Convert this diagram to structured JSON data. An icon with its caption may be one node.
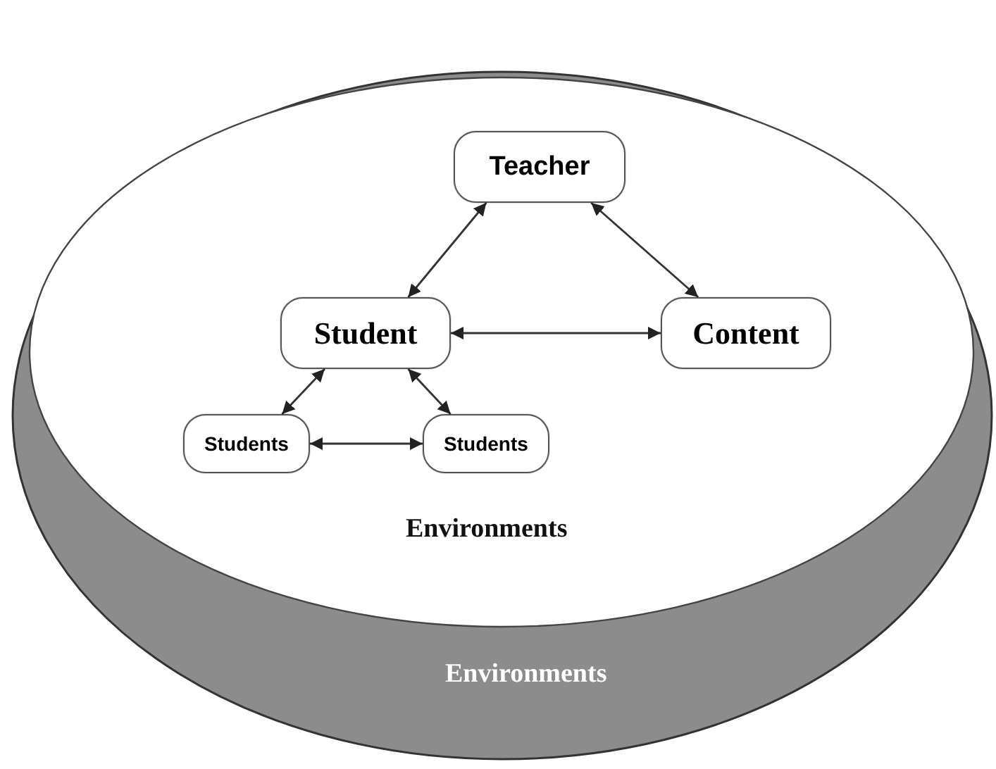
{
  "diagram": {
    "nodes": [
      {
        "text": [
          "Environments"
        ]
      },
      {
        "text": [
          "Environments"
        ],
        "in": 0
      },
      {
        "text": [
          "Teacher"
        ],
        "in": 1
      },
      {
        "text": [
          "Student"
        ],
        "in": 1
      },
      {
        "text": [
          "Content"
        ],
        "in": 1
      },
      {
        "text": [
          "Students"
        ],
        "in": 1
      },
      {
        "text": [
          "Students"
        ],
        "in": 1
      }
    ],
    "edges": [
      {
        "from": 2,
        "to": 3,
        "arrow": "both"
      },
      {
        "from": 2,
        "to": 4,
        "arrow": "both"
      },
      {
        "from": 3,
        "to": 4,
        "arrow": "both"
      },
      {
        "from": 3,
        "to": 5,
        "arrow": "both"
      },
      {
        "from": 3,
        "to": 6,
        "arrow": "both"
      },
      {
        "from": 5,
        "to": 6,
        "arrow": "both"
      }
    ]
  }
}
